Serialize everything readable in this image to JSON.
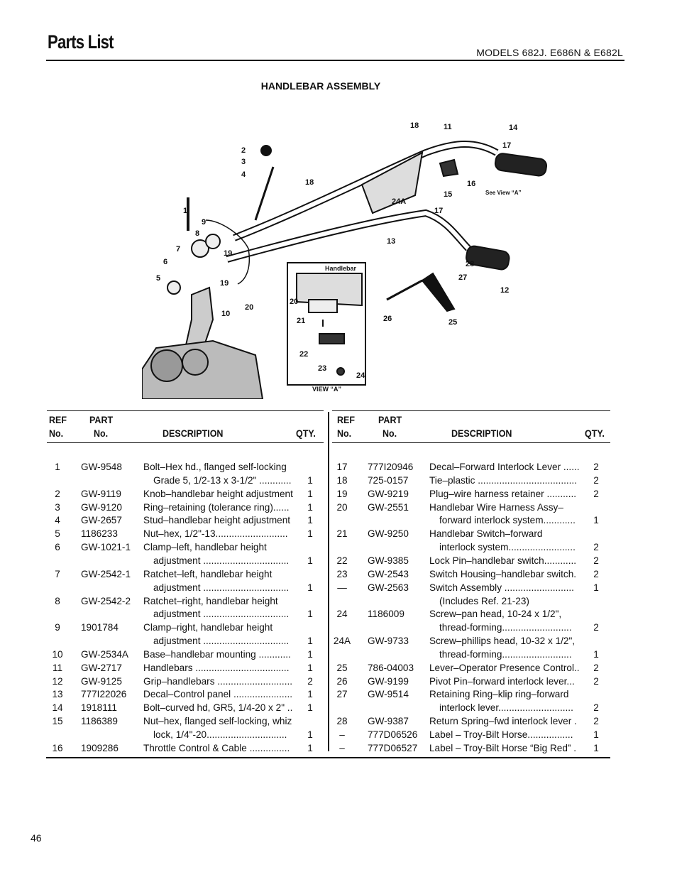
{
  "header": {
    "title": "Parts List",
    "models": "MODELS  682J. E686N & E682L",
    "section": "HANDLEBAR ASSEMBLY"
  },
  "diagram": {
    "callouts": [
      "1",
      "2",
      "3",
      "4",
      "5",
      "6",
      "7",
      "8",
      "9",
      "10",
      "11",
      "12",
      "13",
      "14",
      "15",
      "16",
      "17",
      "17",
      "18",
      "18",
      "19",
      "19",
      "20",
      "24A",
      "25",
      "26",
      "27",
      "28"
    ],
    "inset_callouts": [
      "20",
      "21",
      "22",
      "23",
      "24"
    ],
    "inset_label": "Handlebar",
    "inset_caption": "VIEW “A”",
    "see_view": "See View “A”"
  },
  "table_headers": {
    "ref_line1": "REF",
    "ref_line2": "No.",
    "part_line1": "PART",
    "part_line2": "No.",
    "description": "DESCRIPTION",
    "qty": "QTY."
  },
  "left_rows": [
    {
      "ref": "1",
      "part": "GW-9548",
      "desc": "Bolt–Hex hd., flanged self-locking",
      "qty": ""
    },
    {
      "ref": "",
      "part": "",
      "desc": "Grade 5, 1/2-13 x 3-1/2\" ............",
      "qty": "1",
      "indent": true
    },
    {
      "ref": "2",
      "part": "GW-9119",
      "desc": "Knob–handlebar height adjustment",
      "qty": "1"
    },
    {
      "ref": "3",
      "part": "GW-9120",
      "desc": "Ring–retaining (tolerance ring)......",
      "qty": "1"
    },
    {
      "ref": "4",
      "part": "GW-2657",
      "desc": "Stud–handlebar height adjustment",
      "qty": "1"
    },
    {
      "ref": "5",
      "part": "1186233",
      "desc": "Nut–hex, 1/2\"-13...........................",
      "qty": "1"
    },
    {
      "ref": "6",
      "part": "GW-1021-1",
      "desc": "Clamp–left, handlebar height",
      "qty": ""
    },
    {
      "ref": "",
      "part": "",
      "desc": "adjustment ................................",
      "qty": "1",
      "indent": true
    },
    {
      "ref": "7",
      "part": "GW-2542-1",
      "desc": "Ratchet–left, handlebar height",
      "qty": ""
    },
    {
      "ref": "",
      "part": "",
      "desc": "adjustment ................................",
      "qty": "1",
      "indent": true
    },
    {
      "ref": "8",
      "part": "GW-2542-2",
      "desc": "Ratchet–right, handlebar height",
      "qty": ""
    },
    {
      "ref": "",
      "part": "",
      "desc": "adjustment ................................",
      "qty": "1",
      "indent": true
    },
    {
      "ref": "9",
      "part": "1901784",
      "desc": "Clamp–right, handlebar height",
      "qty": ""
    },
    {
      "ref": "",
      "part": "",
      "desc": "adjustment ................................",
      "qty": "1",
      "indent": true
    },
    {
      "ref": "10",
      "part": "GW-2534A",
      "desc": "Base–handlebar mounting ............",
      "qty": "1"
    },
    {
      "ref": "11",
      "part": "GW-2717",
      "desc": "Handlebars ...................................",
      "qty": "1"
    },
    {
      "ref": "12",
      "part": "GW-9125",
      "desc": "Grip–handlebars ............................",
      "qty": "2"
    },
    {
      "ref": "13",
      "part": "777I22026",
      "desc": "Decal–Control panel ......................",
      "qty": "1"
    },
    {
      "ref": "14",
      "part": "1918111",
      "desc": "Bolt–curved hd, GR5, 1/4-20 x 2\" ..",
      "qty": "1"
    },
    {
      "ref": "15",
      "part": "1186389",
      "desc": "Nut–hex, flanged self-locking, whiz",
      "qty": ""
    },
    {
      "ref": "",
      "part": "",
      "desc": "lock, 1/4\"-20..............................",
      "qty": "1",
      "indent": true
    },
    {
      "ref": "16",
      "part": "1909286",
      "desc": "Throttle Control & Cable ...............",
      "qty": "1"
    }
  ],
  "right_rows": [
    {
      "ref": "17",
      "part": "777I20946",
      "desc": "Decal–Forward Interlock Lever ......",
      "qty": "2"
    },
    {
      "ref": "18",
      "part": "725-0157",
      "desc": "Tie–plastic .....................................",
      "qty": "2"
    },
    {
      "ref": "19",
      "part": "GW-9219",
      "desc": "Plug–wire harness retainer ...........",
      "qty": "2"
    },
    {
      "ref": "20",
      "part": "GW-2551",
      "desc": "Handlebar Wire Harness Assy–",
      "qty": ""
    },
    {
      "ref": "",
      "part": "",
      "desc": "forward interlock system............",
      "qty": "1",
      "indent": true
    },
    {
      "ref": "21",
      "part": "GW-9250",
      "desc": "Handlebar Switch–forward",
      "qty": ""
    },
    {
      "ref": "",
      "part": "",
      "desc": "interlock system.........................",
      "qty": "2",
      "indent": true
    },
    {
      "ref": "22",
      "part": "GW-9385",
      "desc": "Lock Pin–handlebar switch............",
      "qty": "2"
    },
    {
      "ref": "23",
      "part": "GW-2543",
      "desc": "Switch Housing–handlebar switch.",
      "qty": "2"
    },
    {
      "ref": "—",
      "part": "GW-2563",
      "desc": "Switch Assembly ..........................",
      "qty": "1"
    },
    {
      "ref": "",
      "part": "",
      "desc": "(Includes Ref. 21-23)",
      "qty": "",
      "indent": true
    },
    {
      "ref": "24",
      "part": "1186009",
      "desc": "Screw–pan head, 10-24 x 1/2\",",
      "qty": ""
    },
    {
      "ref": "",
      "part": "",
      "desc": "thread-forming..........................",
      "qty": "2",
      "indent": true
    },
    {
      "ref": "24A",
      "part": "GW-9733",
      "desc": "Screw–phillips head, 10-32 x 1/2\",",
      "qty": ""
    },
    {
      "ref": "",
      "part": "",
      "desc": "thread-forming..........................",
      "qty": "1",
      "indent": true
    },
    {
      "ref": "25",
      "part": "786-04003",
      "desc": "Lever–Operator Presence Control..",
      "qty": "2"
    },
    {
      "ref": "26",
      "part": "GW-9199",
      "desc": "Pivot Pin–forward interlock lever...",
      "qty": "2"
    },
    {
      "ref": "27",
      "part": "GW-9514",
      "desc": "Retaining Ring–klip ring–forward",
      "qty": ""
    },
    {
      "ref": "",
      "part": "",
      "desc": "interlock lever............................",
      "qty": "2",
      "indent": true
    },
    {
      "ref": "28",
      "part": "GW-9387",
      "desc": "Return Spring–fwd interlock lever .",
      "qty": "2"
    },
    {
      "ref": "–",
      "part": "777D06526",
      "desc": "Label – Troy-Bilt Horse.................",
      "qty": "1"
    },
    {
      "ref": "–",
      "part": "777D06527",
      "desc": "Label – Troy-Bilt Horse “Big Red” .",
      "qty": "1"
    }
  ],
  "footer": {
    "page_number": "46"
  }
}
